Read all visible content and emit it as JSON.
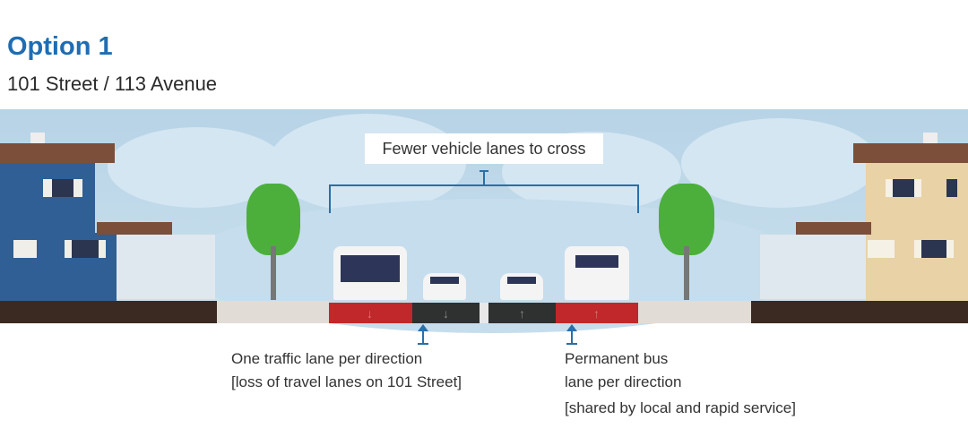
{
  "header": {
    "title": "Option 1",
    "subtitle": "101 Street / 113 Avenue"
  },
  "callouts": {
    "top": "Fewer vehicle lanes to cross",
    "left_line1": "One traffic lane per direction",
    "left_line2": "[loss of travel lanes on 101 Street]",
    "right_line1": "Permanent bus",
    "right_line2": "lane per direction",
    "right_line3": "[shared by local and rapid service]"
  },
  "colors": {
    "brand_blue": "#1f6db3",
    "bus_lane": "#c0282b",
    "traffic_lane": "#2f3030"
  }
}
